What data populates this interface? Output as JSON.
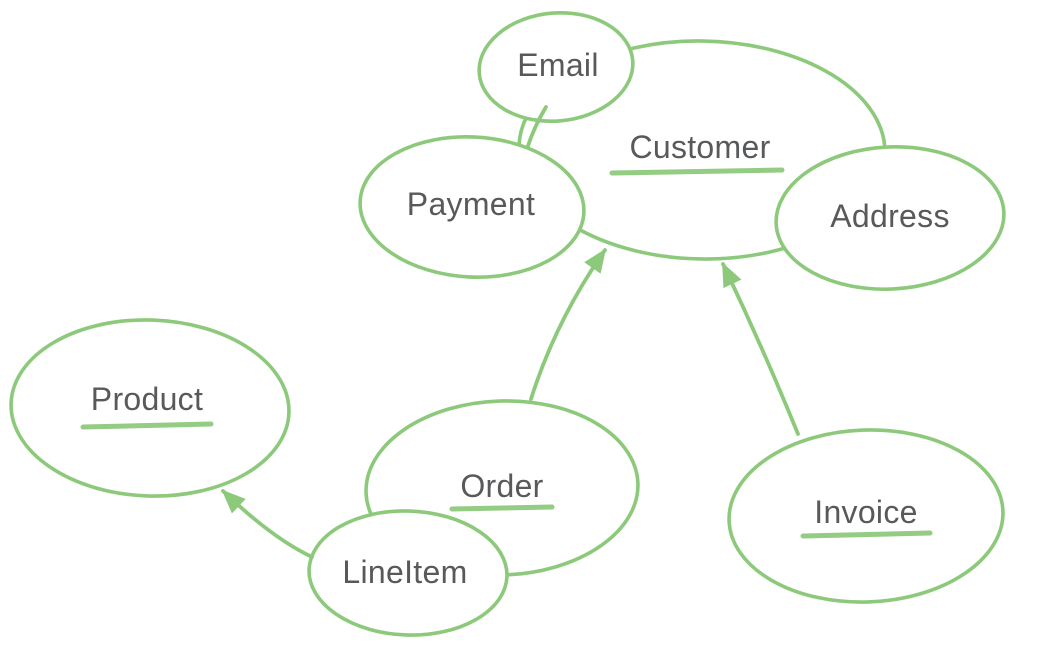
{
  "diagram": {
    "kind": "hand-drawn-entity-diagram",
    "style": {
      "stroke_color": "#8dc97b",
      "text_color": "#58595b",
      "background_color": "#ffffff"
    },
    "nodes": [
      {
        "id": "email",
        "label": "Email",
        "underlined": false
      },
      {
        "id": "customer",
        "label": "Customer",
        "underlined": true
      },
      {
        "id": "payment",
        "label": "Payment",
        "underlined": false
      },
      {
        "id": "address",
        "label": "Address",
        "underlined": false
      },
      {
        "id": "product",
        "label": "Product",
        "underlined": true
      },
      {
        "id": "order",
        "label": "Order",
        "underlined": true
      },
      {
        "id": "lineitem",
        "label": "LineItem",
        "underlined": false
      },
      {
        "id": "invoice",
        "label": "Invoice",
        "underlined": true
      }
    ],
    "edges": [
      {
        "from": "order",
        "to": "customer",
        "type": "arrow"
      },
      {
        "from": "invoice",
        "to": "customer",
        "type": "arrow"
      },
      {
        "from": "lineitem",
        "to": "product",
        "type": "arrow"
      },
      {
        "from": "email",
        "to": "payment",
        "type": "line"
      }
    ]
  }
}
